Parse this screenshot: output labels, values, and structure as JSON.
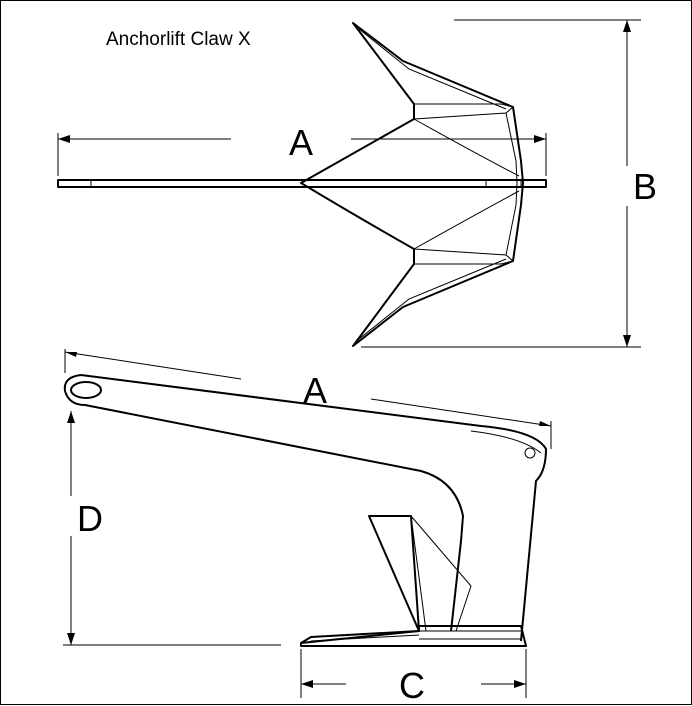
{
  "title": "Anchorlift Claw X",
  "dimension_labels": {
    "top_length": "A",
    "top_span": "B",
    "side_length": "A",
    "side_height": "D",
    "base_width": "C"
  }
}
